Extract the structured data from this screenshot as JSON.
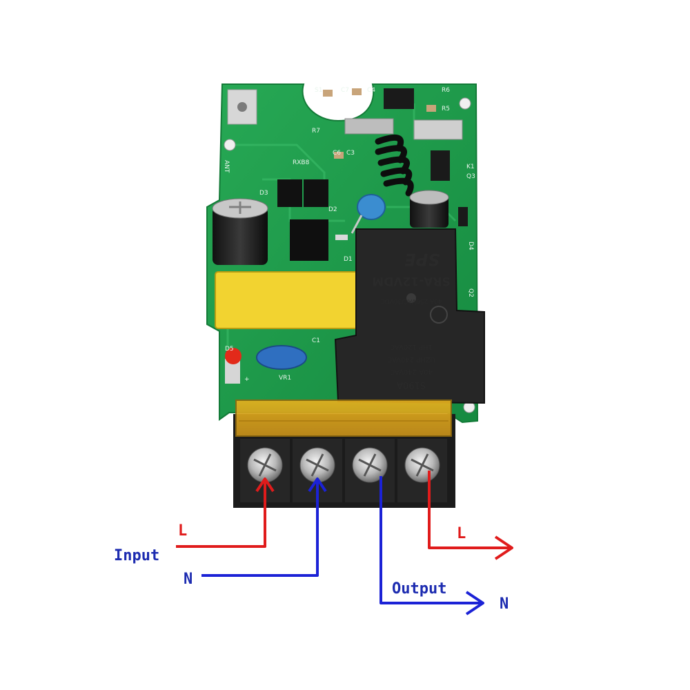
{
  "colors": {
    "live": "#e01b1b",
    "neutral": "#1b22d6",
    "label": "#1c2bb0",
    "pcb": "#1f9a4c",
    "relay": "#262626"
  },
  "pcb": {
    "labels": {
      "s1": "S1",
      "c7": "C7",
      "c4": "C4",
      "r6": "R6",
      "r5": "R5",
      "r7": "R7",
      "c6": "C6",
      "c3": "C3",
      "k1": "K1",
      "q3": "Q3",
      "ant": "ANT",
      "rxb8": "RXB8",
      "d3": "D3",
      "d2": "D2",
      "d1": "D1",
      "d4": "D4",
      "q2": "Q2",
      "c1": "C1",
      "vr1": "VR1",
      "d5": "D5",
      "plus": "+"
    },
    "relay_lines": [
      "S190A",
      "40A 240VAC",
      "UZHP 240VAC",
      "1HP 120VAC",
      "40A 250VAC/30VDC",
      "SRA-12VDM",
      "SPE"
    ]
  },
  "wiring": {
    "input_label": "Input",
    "output_label": "Output",
    "in_live": "L",
    "in_neutral": "N",
    "out_live": "L",
    "out_neutral": "N"
  }
}
